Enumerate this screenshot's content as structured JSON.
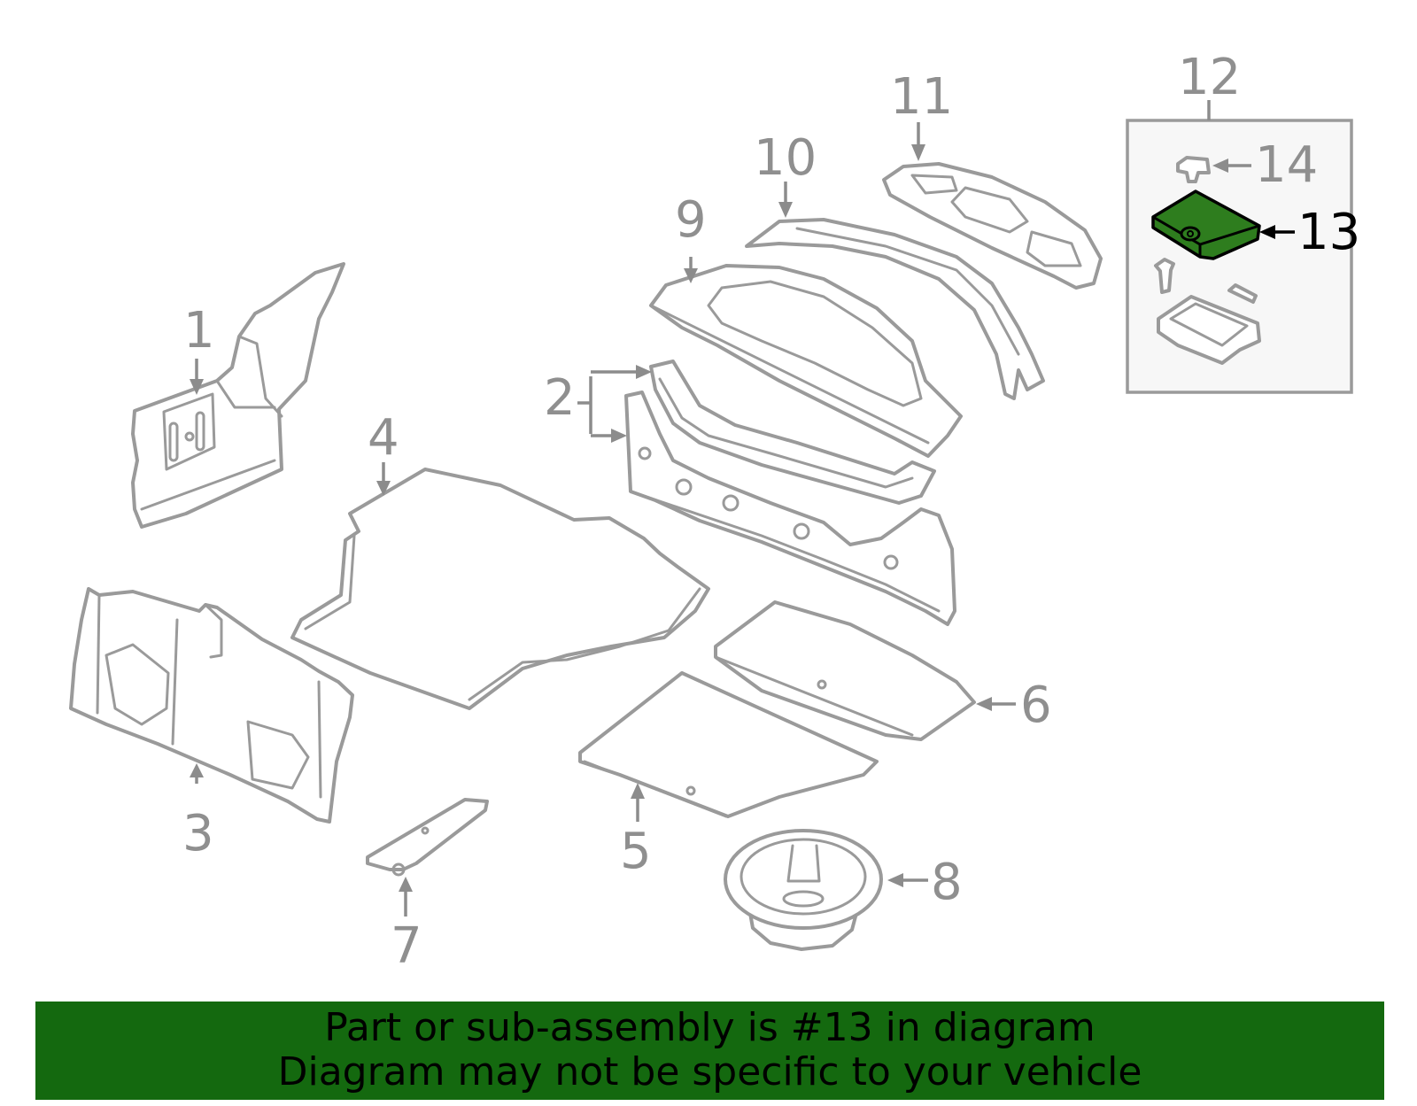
{
  "callouts": {
    "c1": "1",
    "c2": "2",
    "c3": "3",
    "c4": "4",
    "c5": "5",
    "c6": "6",
    "c7": "7",
    "c8": "8",
    "c9": "9",
    "c10": "10",
    "c11": "11",
    "c12": "12",
    "c13": "13",
    "c14": "14"
  },
  "highlight": {
    "part_number": "13",
    "fill_color": "#2e7d1e"
  },
  "footer": {
    "line1": "Part or sub-assembly is #13 in diagram",
    "line2": "Diagram may not be specific to your vehicle",
    "background_color": "#14690f"
  }
}
